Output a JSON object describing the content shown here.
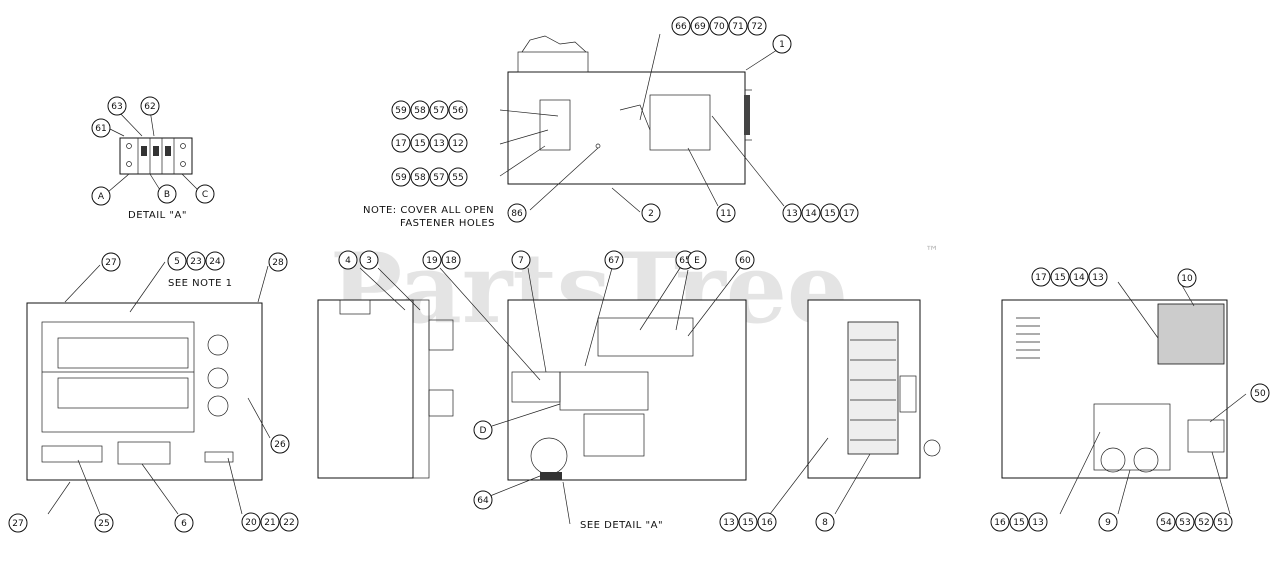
{
  "watermark": {
    "text": "PartsTree",
    "trademark": "™"
  },
  "captions": {
    "detail_a": "DETAIL \"A\"",
    "note_line1": "NOTE: COVER ALL OPEN",
    "note_line2": "FASTENER HOLES",
    "see_note": "SEE NOTE 1",
    "see_detail": "SEE DETAIL \"A\""
  },
  "callouts": {
    "c63": "63",
    "c62": "62",
    "c61": "61",
    "cA": "A",
    "cB": "B",
    "cC": "C",
    "c59a": "59",
    "c58a": "58",
    "c57a": "57",
    "c56": "56",
    "c17a": "17",
    "c15a": "15",
    "c13a": "13",
    "c12": "12",
    "c59b": "59",
    "c58b": "58",
    "c57b": "57",
    "c55": "55",
    "c86": "86",
    "c2": "2",
    "c11": "11",
    "c66": "66",
    "c69": "69",
    "c70": "70",
    "c71": "71",
    "c72": "72",
    "c1": "1",
    "c13b": "13",
    "c14a": "14",
    "c15b": "15",
    "c17b": "17",
    "c27a": "27",
    "c5": "5",
    "c23": "23",
    "c24": "24",
    "c28a": "28",
    "c26": "26",
    "c27b": "27",
    "c25": "25",
    "c6": "6",
    "c20": "20",
    "c21": "21",
    "c22": "22",
    "c4": "4",
    "c3": "3",
    "c19": "19",
    "c18": "18",
    "c7": "7",
    "c67": "67",
    "c65": "65",
    "cE": "E",
    "c60": "60",
    "cD": "D",
    "c64": "64",
    "c13c": "13",
    "c15c": "15",
    "c16a": "16",
    "c8": "8",
    "c17c": "17",
    "c15d": "15",
    "c14b": "14",
    "c13d": "13",
    "c10": "10",
    "c50": "50",
    "c16b": "16",
    "c15e": "15",
    "c13e": "13",
    "c9": "9",
    "c54": "54",
    "c53": "53",
    "c52": "52",
    "c51": "51"
  }
}
